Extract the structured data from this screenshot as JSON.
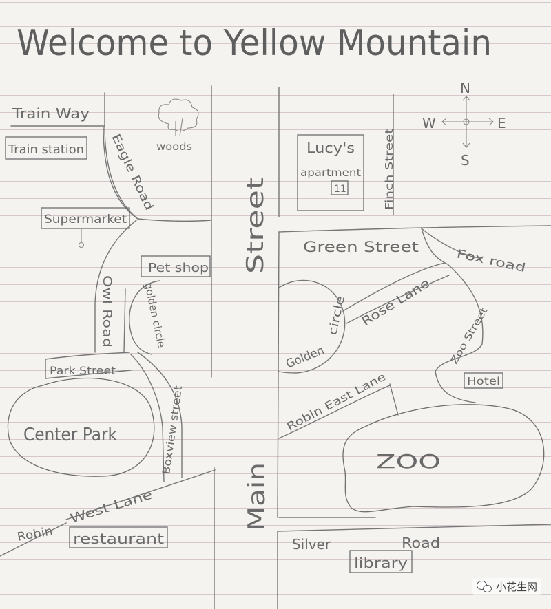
{
  "title": "Welcome to Yellow Mountain",
  "compass": {
    "n": "N",
    "s": "S",
    "e": "E",
    "w": "W"
  },
  "labels": {
    "train_way": "Train Way",
    "train_station": "Train station",
    "woods": "woods",
    "eagle_road": "Eagle Road",
    "supermarket": "Supermarket",
    "pet_shop": "Pet shop",
    "owl_road": "Owl Road",
    "golden_circle_left": "golden circle",
    "park_street": "Park Street",
    "center_park": "Center Park",
    "boxview_street": "Boxview street",
    "robin_west_lane": "Robin West Lane",
    "robin": "Robin",
    "west_lane": "West Lane",
    "restaurant": "restaurant",
    "main_street_main": "Main",
    "main_street_street": "Street",
    "lucys_apartment_1": "Lucy's",
    "lucys_apartment_2": "apartment",
    "apartment_number": "11",
    "finch_street": "Finch Street",
    "green_street": "Green Street",
    "fox_road": "Fox road",
    "rose_lane": "Rose Lane",
    "golden": "Golden",
    "circle": "circle",
    "zoo_street": "Zoo Street",
    "hotel": "Hotel",
    "robin_east_lane": "Robin East Lane",
    "zoo": "ZOO",
    "silver": "Silver",
    "road": "Road",
    "library": "library"
  },
  "watermark": "小花生网",
  "colors": {
    "pencil": "#6a6a6a",
    "paper": "#f4f3ef",
    "rule": "#d6c7cc"
  }
}
